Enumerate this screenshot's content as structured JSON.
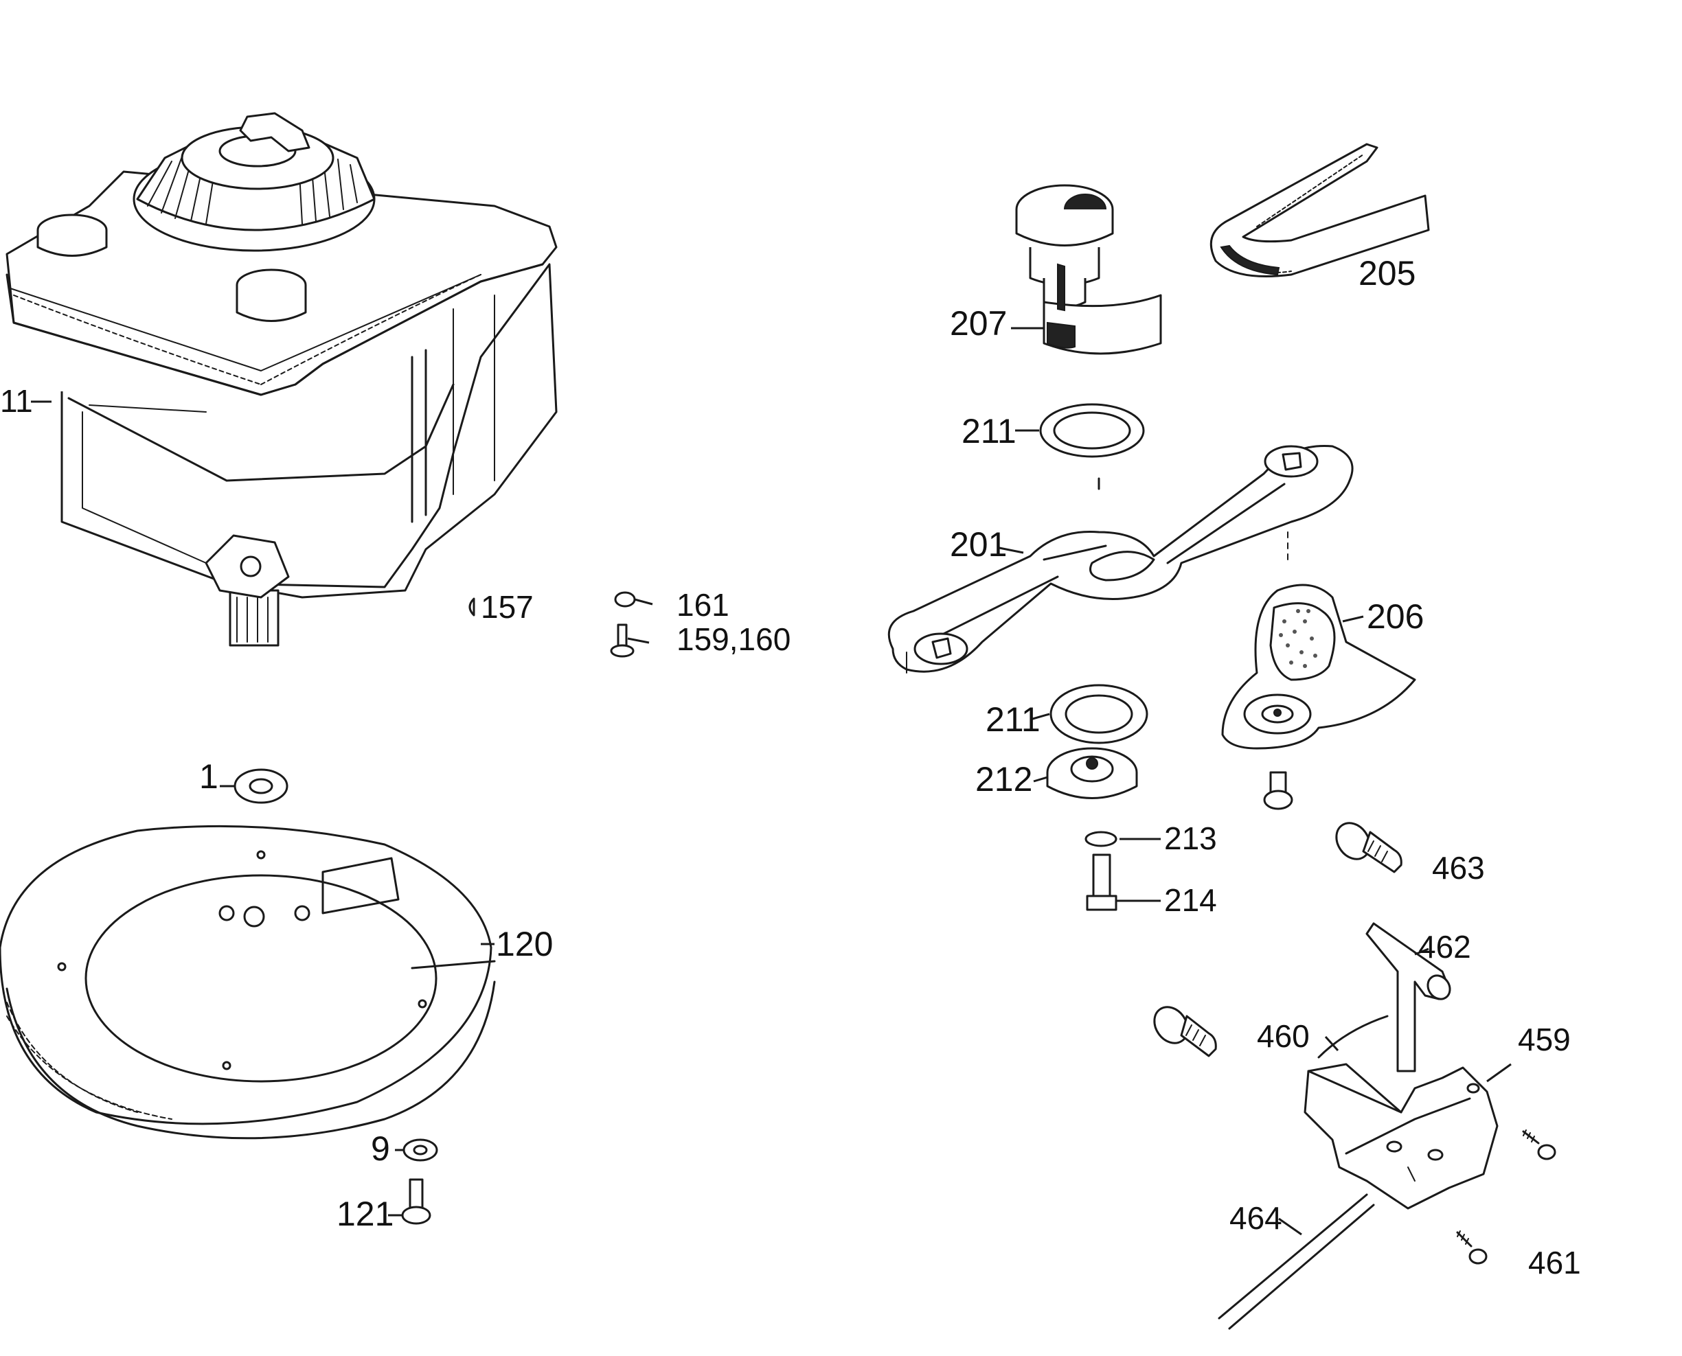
{
  "title": "Exploded parts diagram",
  "labels": {
    "p11": "11",
    "p157": "157",
    "p161": "161",
    "p159_160": "159,160",
    "p1": "1",
    "p120": "120",
    "p9": "9",
    "p121": "121",
    "p207": "207",
    "p205": "205",
    "p211a": "211",
    "p201": "201",
    "p206": "206",
    "p211b": "211",
    "p212": "212",
    "p213": "213",
    "p214": "214",
    "p463": "463",
    "p462": "462",
    "p460": "460",
    "p459": "459",
    "p464": "464",
    "p461": "461"
  }
}
